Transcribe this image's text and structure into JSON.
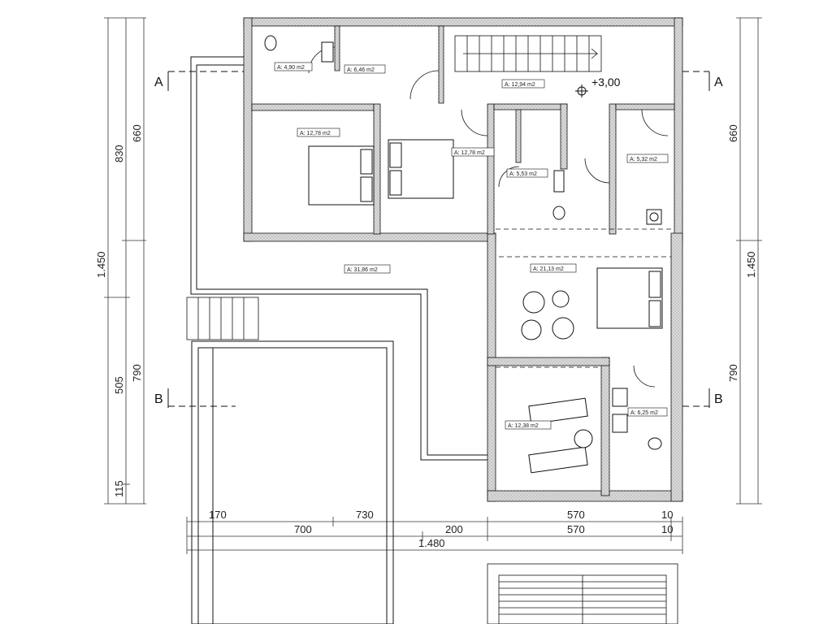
{
  "level_mark": "+3,00",
  "section_marks": {
    "a_left": "A",
    "a_right": "A",
    "b_left": "B",
    "b_right": "B"
  },
  "areas": [
    "A: 4,90 m2",
    "A: 6,46 m2",
    "A: 12,94 m2",
    "A: 12,78 m2",
    "A: 12,78 m2",
    "A: 5,53 m2",
    "A: 5,32 m2",
    "A: 31,86 m2",
    "A: 21,13 m2",
    "A: 12,38 m2",
    "A: 6,25 m2"
  ],
  "dims_left": {
    "outer_830": "830",
    "outer_660": "660",
    "total_1450": "1.450",
    "outer_505": "505",
    "outer_790": "790",
    "outer_115": "115"
  },
  "dims_right": {
    "d660": "660",
    "d1450": "1.450",
    "d790": "790"
  },
  "dims_bottom": {
    "r1_170": "170",
    "r1_730": "730",
    "r1_570": "570",
    "r1_10": "10",
    "r2_700": "700",
    "r2_200": "200",
    "r2_570": "570",
    "r2_10": "10",
    "r3_1480": "1.480"
  },
  "colors": {
    "wall_fill": "#d4d4d4",
    "line": "#111111"
  }
}
